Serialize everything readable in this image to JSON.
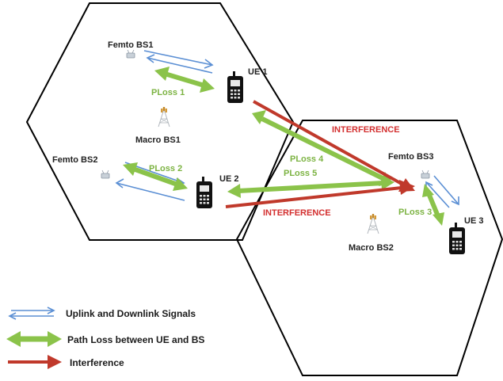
{
  "nodes": {
    "femto_bs1": "Femto BS1",
    "femto_bs2": "Femto BS2",
    "femto_bs3": "Femto BS3",
    "macro_bs1": "Macro BS1",
    "macro_bs2": "Macro BS2",
    "ue1": "UE 1",
    "ue2": "UE 2",
    "ue3": "UE 3"
  },
  "path_loss_labels": {
    "p1": "PLoss 1",
    "p2": "PLoss 2",
    "p3": "PLoss 3",
    "p4": "PLoss 4",
    "p5": "PLoss 5"
  },
  "interference_labels": {
    "i1": "INTERFERENCE",
    "i2": "INTERFERENCE"
  },
  "legend": {
    "uplink_downlink": "Uplink and Downlink Signals",
    "path_loss": "Path Loss between UE and BS",
    "interference": "Interference"
  },
  "colors": {
    "signal_blue": "#5b8fd4",
    "path_loss_green": "#8bc34a",
    "interference_red": "#c0392b",
    "cell_border": "#000000"
  },
  "icons": {
    "femto": "femto-bs-icon",
    "macro": "macro-tower-icon",
    "ue": "mobile-phone-icon"
  }
}
